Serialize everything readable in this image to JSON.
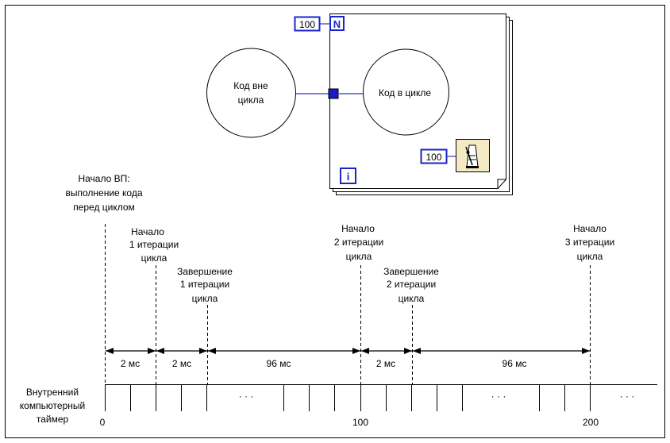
{
  "diagram": {
    "outside_code": [
      "Код вне",
      "цикла"
    ],
    "inside_code": "Код в цикле",
    "loop_count_const": "100",
    "loop_count_terminal": "N",
    "iteration_terminal": "i",
    "wait_const": "100",
    "start_vi": [
      "Начало ВП:",
      "выполнение кода",
      "перед циклом"
    ],
    "iter1_start": [
      "Начало",
      "1 итерации",
      "цикла"
    ],
    "iter1_end": [
      "Завершение",
      "1 итерации",
      "цикла"
    ],
    "iter2_start": [
      "Начало",
      "2 итерации",
      "цикла"
    ],
    "iter2_end": [
      "Завершение",
      "2 итерации",
      "цикла"
    ],
    "iter3_start": [
      "Начало",
      "3 итерации",
      "цикла"
    ],
    "intervals": [
      "2 мс",
      "2 мс",
      "96 мс",
      "2 мс",
      "96 мс"
    ],
    "timer_label": [
      "Внутренний",
      "компьютерный",
      "таймер"
    ],
    "timer_ticks": [
      "0",
      "100",
      "200"
    ],
    "ellipsis": "· · ·",
    "colors": {
      "terminal_blue": "#1a24c8",
      "wire_blue": "#2838b8",
      "metronome_bg": "#f4eac4"
    }
  }
}
